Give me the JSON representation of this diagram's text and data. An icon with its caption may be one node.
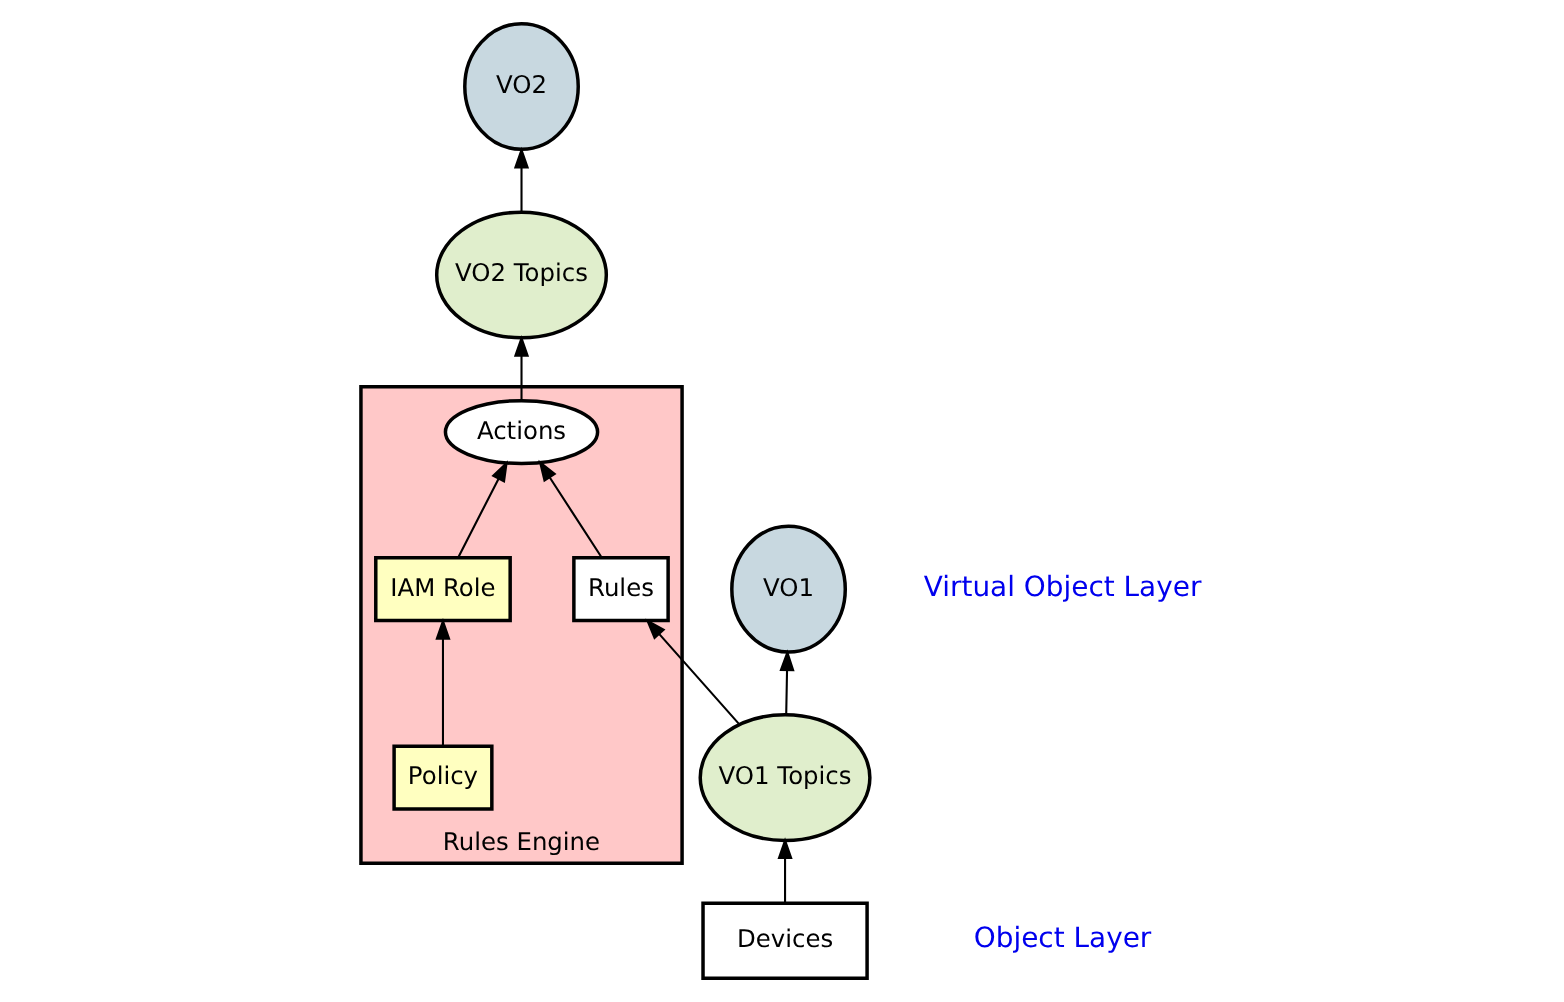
{
  "diagram": {
    "nodes": [
      {
        "text": [
          "Rules Engine"
        ]
      },
      {
        "text": [
          "Policy"
        ],
        "in": 0
      },
      {
        "text": [
          "IAM Role"
        ],
        "in": 0
      },
      {
        "text": [
          "Rules"
        ],
        "in": 0
      },
      {
        "text": [
          "Actions"
        ],
        "in": 0
      },
      {
        "text": [
          "VO1"
        ]
      },
      {
        "text": [
          "VO1 Topics"
        ]
      },
      {
        "text": [
          "VO2"
        ]
      },
      {
        "text": [
          "VO2 Topics"
        ]
      },
      {
        "text": [
          "Devices"
        ]
      }
    ],
    "edges": [
      {
        "from": 1,
        "to": 2,
        "arrow": "to"
      },
      {
        "from": 2,
        "to": 4,
        "arrow": "to"
      },
      {
        "from": 3,
        "to": 4,
        "arrow": "to"
      },
      {
        "from": 6,
        "to": 5,
        "arrow": "to"
      },
      {
        "from": 6,
        "to": 3,
        "arrow": "to"
      },
      {
        "from": 4,
        "to": 8,
        "arrow": "to"
      },
      {
        "from": 8,
        "to": 7,
        "arrow": "to"
      },
      {
        "from": 9,
        "to": 6,
        "arrow": "to"
      }
    ],
    "labels": [
      "Virtual Object Layer",
      "Object Layer"
    ]
  }
}
